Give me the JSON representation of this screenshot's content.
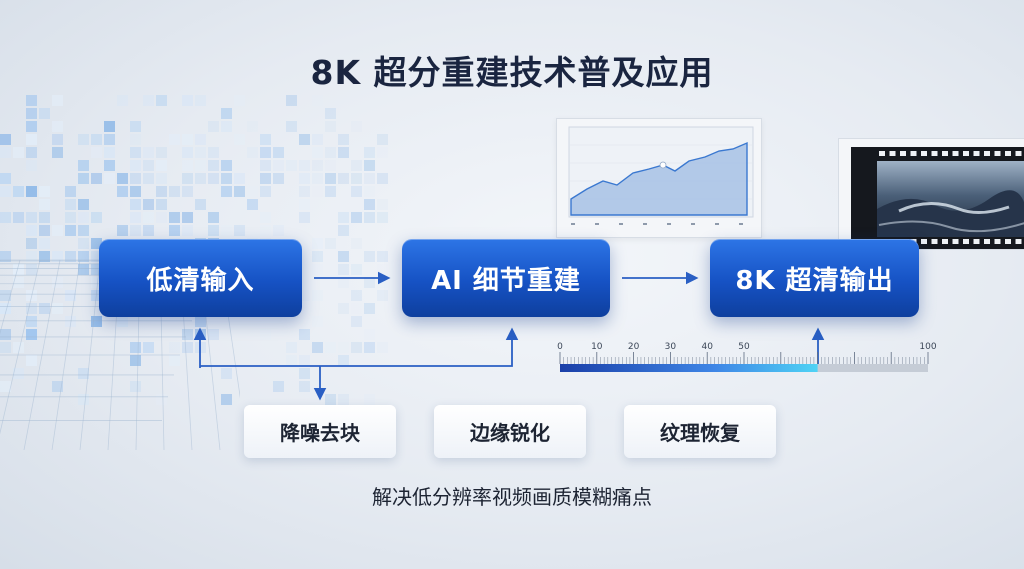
{
  "title": "8K 超分重建技术普及应用",
  "steps": [
    {
      "label": "低清输入"
    },
    {
      "label": "AI 细节重建"
    },
    {
      "label": "8K 超清输出"
    }
  ],
  "subfeatures": [
    {
      "label": "降噪去块"
    },
    {
      "label": "边缘锐化"
    },
    {
      "label": "纹理恢复"
    }
  ],
  "caption": "解决低分辨率视频画质模糊痛点",
  "progress_scale": {
    "ticks": [
      "0",
      "10",
      "20",
      "30",
      "40",
      "50",
      "100"
    ],
    "fill_value": 70,
    "max": 100
  },
  "colors": {
    "step_blue": "#1652c4",
    "arrow_blue": "#2a5fc4",
    "title_text": "#1a2540"
  },
  "icons": [
    "pixel-grid-icon",
    "area-chart-icon",
    "film-strip-icon"
  ]
}
